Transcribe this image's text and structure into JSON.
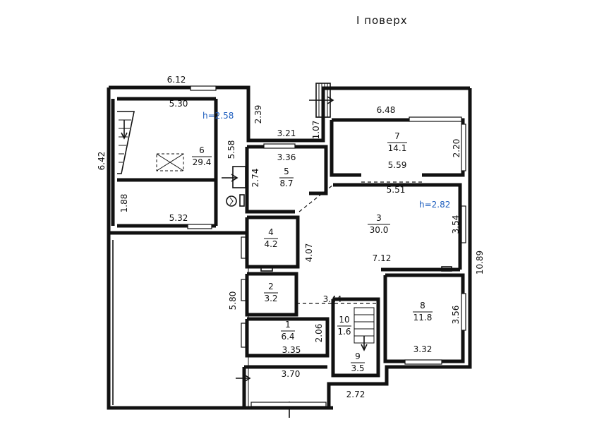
{
  "title": "I поверх",
  "rooms": [
    {
      "number": "1",
      "area": "6.4"
    },
    {
      "number": "2",
      "area": "3.2"
    },
    {
      "number": "3",
      "area": "30.0"
    },
    {
      "number": "4",
      "area": "4.2"
    },
    {
      "number": "5",
      "area": "8.7"
    },
    {
      "number": "6",
      "area": "29.4"
    },
    {
      "number": "7",
      "area": "14.1"
    },
    {
      "number": "8",
      "area": "11.8"
    },
    {
      "number": "9",
      "area": "3.5"
    },
    {
      "number": "10",
      "area": "1.6"
    }
  ],
  "ceiling_heights": [
    "h=2.58",
    "h=2.82"
  ],
  "dimensions": {
    "d_6_12": "6.12",
    "d_5_30": "5.30",
    "d_2_39": "2.39",
    "d_6_42": "6.42",
    "d_5_58": "5.58",
    "d_1_88": "1.88",
    "d_5_32": "5.32",
    "d_3_21": "3.21",
    "d_1_07": "1.07",
    "d_3_36": "3.36",
    "d_2_74": "2.74",
    "d_6_48": "6.48",
    "d_2_20": "2.20",
    "d_5_59": "5.59",
    "d_5_51": "5.51",
    "d_3_54": "3.54",
    "d_10_89": "10.89",
    "d_4_07": "4.07",
    "d_7_12": "7.12",
    "d_5_80": "5.80",
    "d_3_44": "3.44",
    "d_3_56": "3.56",
    "d_2_06": "2.06",
    "d_3_35": "3.35",
    "d_3_32": "3.32",
    "d_3_70": "3.70",
    "d_2_72": "2.72"
  }
}
